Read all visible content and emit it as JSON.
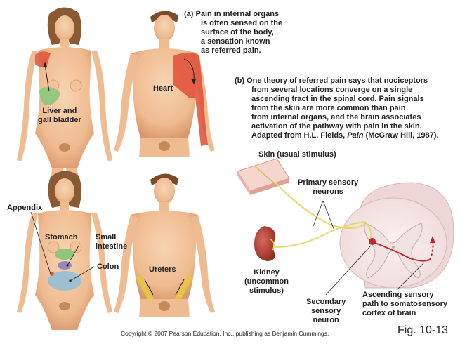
{
  "part_a": {
    "label": "(a)",
    "lines": [
      "Pain in internal organs",
      "is often sensed on the",
      "surface of the body,",
      "a sensation known",
      "as "
    ],
    "emphasis": "referred pain."
  },
  "part_b": {
    "label": "(b)",
    "lines": [
      "One theory of referred pain says that nociceptors",
      "from several locations converge on a single",
      "ascending tract in the spinal cord. Pain signals",
      "from the skin are more common than pain",
      "from internal organs, and the brain associates",
      "activation of the pathway with pain in the skin."
    ],
    "citation_prefix": "Adapted from H.L. Fields, ",
    "citation_italic": "Pain",
    "citation_suffix": " (McGraw Hill, 1987)."
  },
  "labels": {
    "liver": [
      "Liver and",
      "gall bladder"
    ],
    "heart": "Heart",
    "appendix": "Appendix",
    "stomach": "Stomach",
    "small_intestine": [
      "Small",
      "intestine"
    ],
    "colon": "Colon",
    "ureters": "Ureters",
    "skin": "Skin (usual stimulus)",
    "primary": [
      "Primary sensory",
      "neurons"
    ],
    "kidney": [
      "Kidney",
      "(uncommon",
      "stimulus)"
    ],
    "secondary": [
      "Secondary",
      "sensory",
      "neuron"
    ],
    "ascending": [
      "Ascending sensory",
      "path to somatosensory",
      "cortex of brain"
    ]
  },
  "footer": {
    "copyright": "Copyright © 2007 Pearson Education, Inc., publishing as Benjamin Cummings.",
    "fig": "Fig. 10-13"
  },
  "colors": {
    "skin_tone": "#f3c29a",
    "skin_shade": "#d9976a",
    "referred_pain": "#e0523a",
    "organ_green": "#8fc77a",
    "colon_blue": "#9cc0cf",
    "neuron_yellow": "#e7d86a",
    "kidney": "#b23a2e",
    "spinal": "#f4e4e4"
  }
}
